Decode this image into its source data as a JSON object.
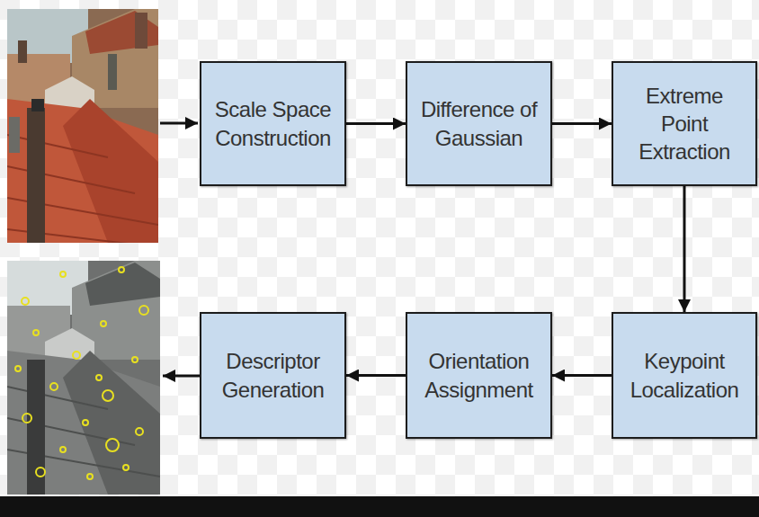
{
  "diagram": {
    "nodes": [
      {
        "text": [
          "Scale Space Construction"
        ]
      },
      {
        "text": [
          "Difference of Gaussian"
        ]
      },
      {
        "text": [
          "Extreme Point Extraction"
        ]
      },
      {
        "text": [
          "Keypoint Localization"
        ]
      },
      {
        "text": [
          "Orientation Assignment"
        ]
      },
      {
        "text": [
          "Descriptor Generation"
        ]
      }
    ],
    "edges": [
      {
        "from": 0,
        "to": 1,
        "arrow": "to"
      },
      {
        "from": 1,
        "to": 2,
        "arrow": "to"
      },
      {
        "from": 2,
        "to": 3,
        "arrow": "to"
      },
      {
        "from": 3,
        "to": 4,
        "arrow": "to"
      },
      {
        "from": 4,
        "to": 5,
        "arrow": "to"
      }
    ]
  }
}
